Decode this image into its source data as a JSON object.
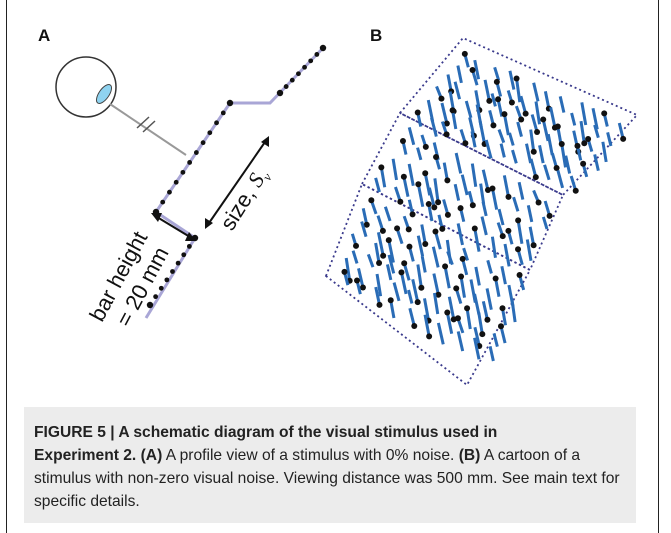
{
  "panels": {
    "a": {
      "label": "A"
    },
    "b": {
      "label": "B"
    }
  },
  "annotations": {
    "bar_height_line1": "bar height",
    "bar_height_line2": "= 20 mm",
    "size_label": "size, ",
    "size_symbol": "S",
    "size_subscript": "v"
  },
  "caption": {
    "figure_label": "FIGURE 5 | A schematic diagram of the visual stimulus used in",
    "figure_label_2": "Experiment 2.",
    "tag_a": "(A)",
    "text_a": " A profile view of a stimulus with 0% noise. ",
    "tag_b": "(B)",
    "text_b": " A cartoon of a stimulus with non-zero visual noise. Viewing distance was 500 mm. See main text for specific details."
  },
  "colors": {
    "stimulus_line": "#a9a6d6",
    "bar_blue": "#2a6cb6",
    "dot": "#111111",
    "outline": "#3a3a8c",
    "eye_iris": "#8fd3f0"
  }
}
